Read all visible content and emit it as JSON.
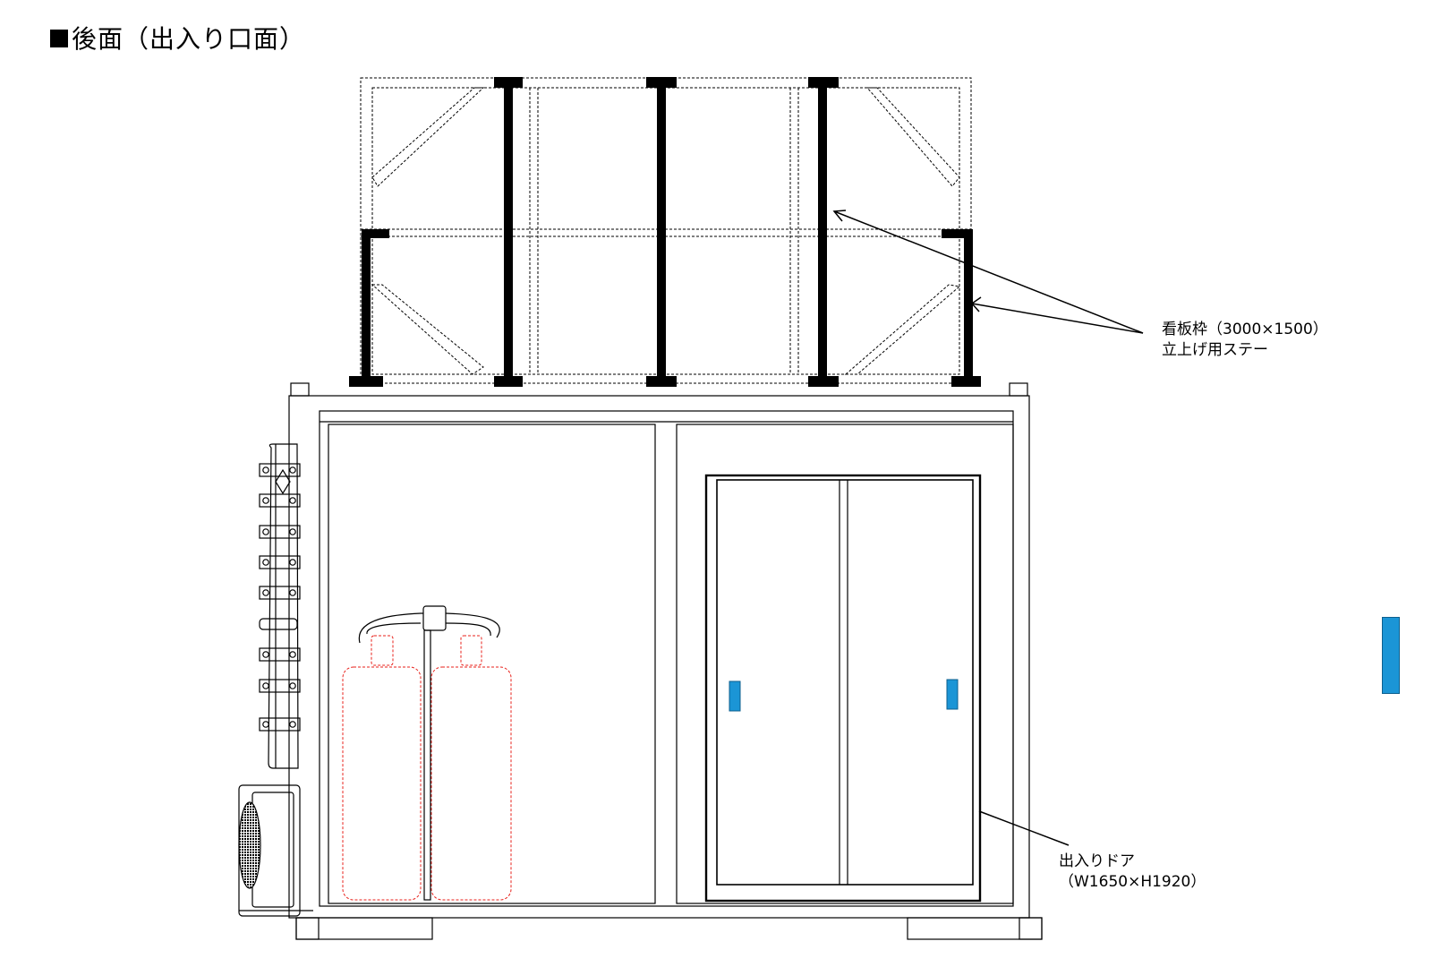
{
  "title": "後面（出入り口面）",
  "labels": {
    "signboard_stay_line1": "看板枠（3000×1500）",
    "signboard_stay_line2": "立上げ用ステー",
    "door_line1": "出入りドア",
    "door_line2": "（W1650×H1920）"
  },
  "colors": {
    "line": "#000000",
    "cylinder_outline": "#e8211b",
    "door_handle": "#1b95d6",
    "marker": "#1b95d6"
  }
}
